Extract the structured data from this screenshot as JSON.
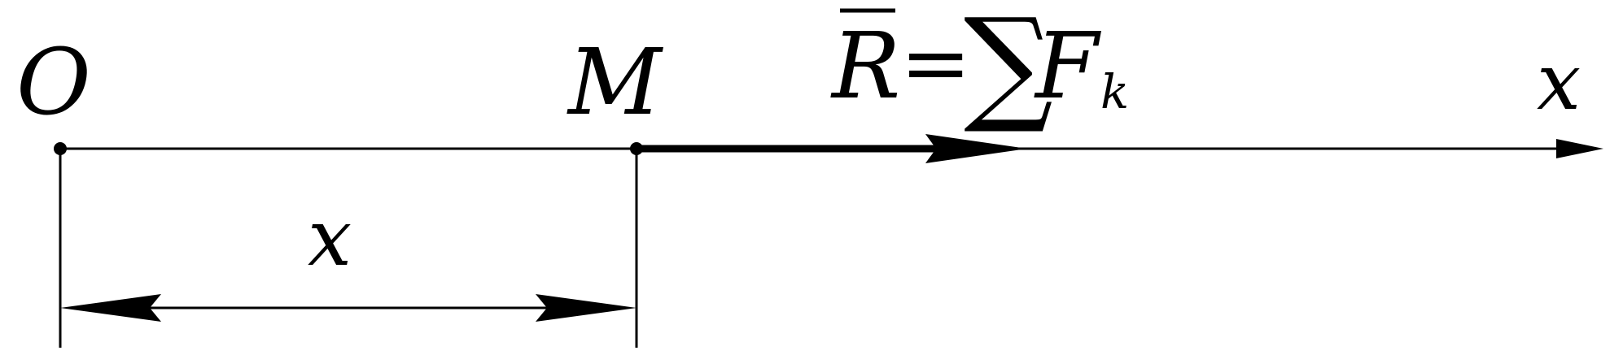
{
  "diagram": {
    "labels": {
      "origin": "O",
      "point": "M",
      "axis": "x",
      "distance": "x"
    },
    "force": {
      "resultant_symbol": "R",
      "equals": "=",
      "sum_symbol": "∑",
      "term_symbol": "F",
      "subscript": "k"
    },
    "colors": {
      "line": "#000000",
      "background": "#ffffff"
    }
  }
}
